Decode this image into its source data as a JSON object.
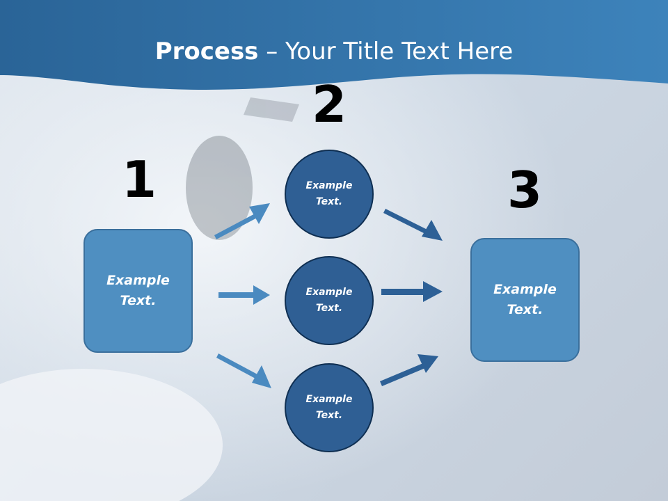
{
  "title": {
    "bold": "Process",
    "rest": " – Your Title Text Here"
  },
  "steps": {
    "one": "1",
    "two": "2",
    "three": "3"
  },
  "left_box": {
    "line1": "Example",
    "line2": "Text."
  },
  "right_box": {
    "line1": "Example",
    "line2": "Text."
  },
  "circles": [
    {
      "line1": "Example",
      "line2": "Text."
    },
    {
      "line1": "Example",
      "line2": "Text."
    },
    {
      "line1": "Example",
      "line2": "Text."
    }
  ],
  "colors": {
    "header": "#2c6a9d",
    "box_fill": "#4f8fc1",
    "circle_fill": "#2f5f94",
    "arrow_light": "#4a8ac0",
    "arrow_dark": "#2d6096"
  }
}
